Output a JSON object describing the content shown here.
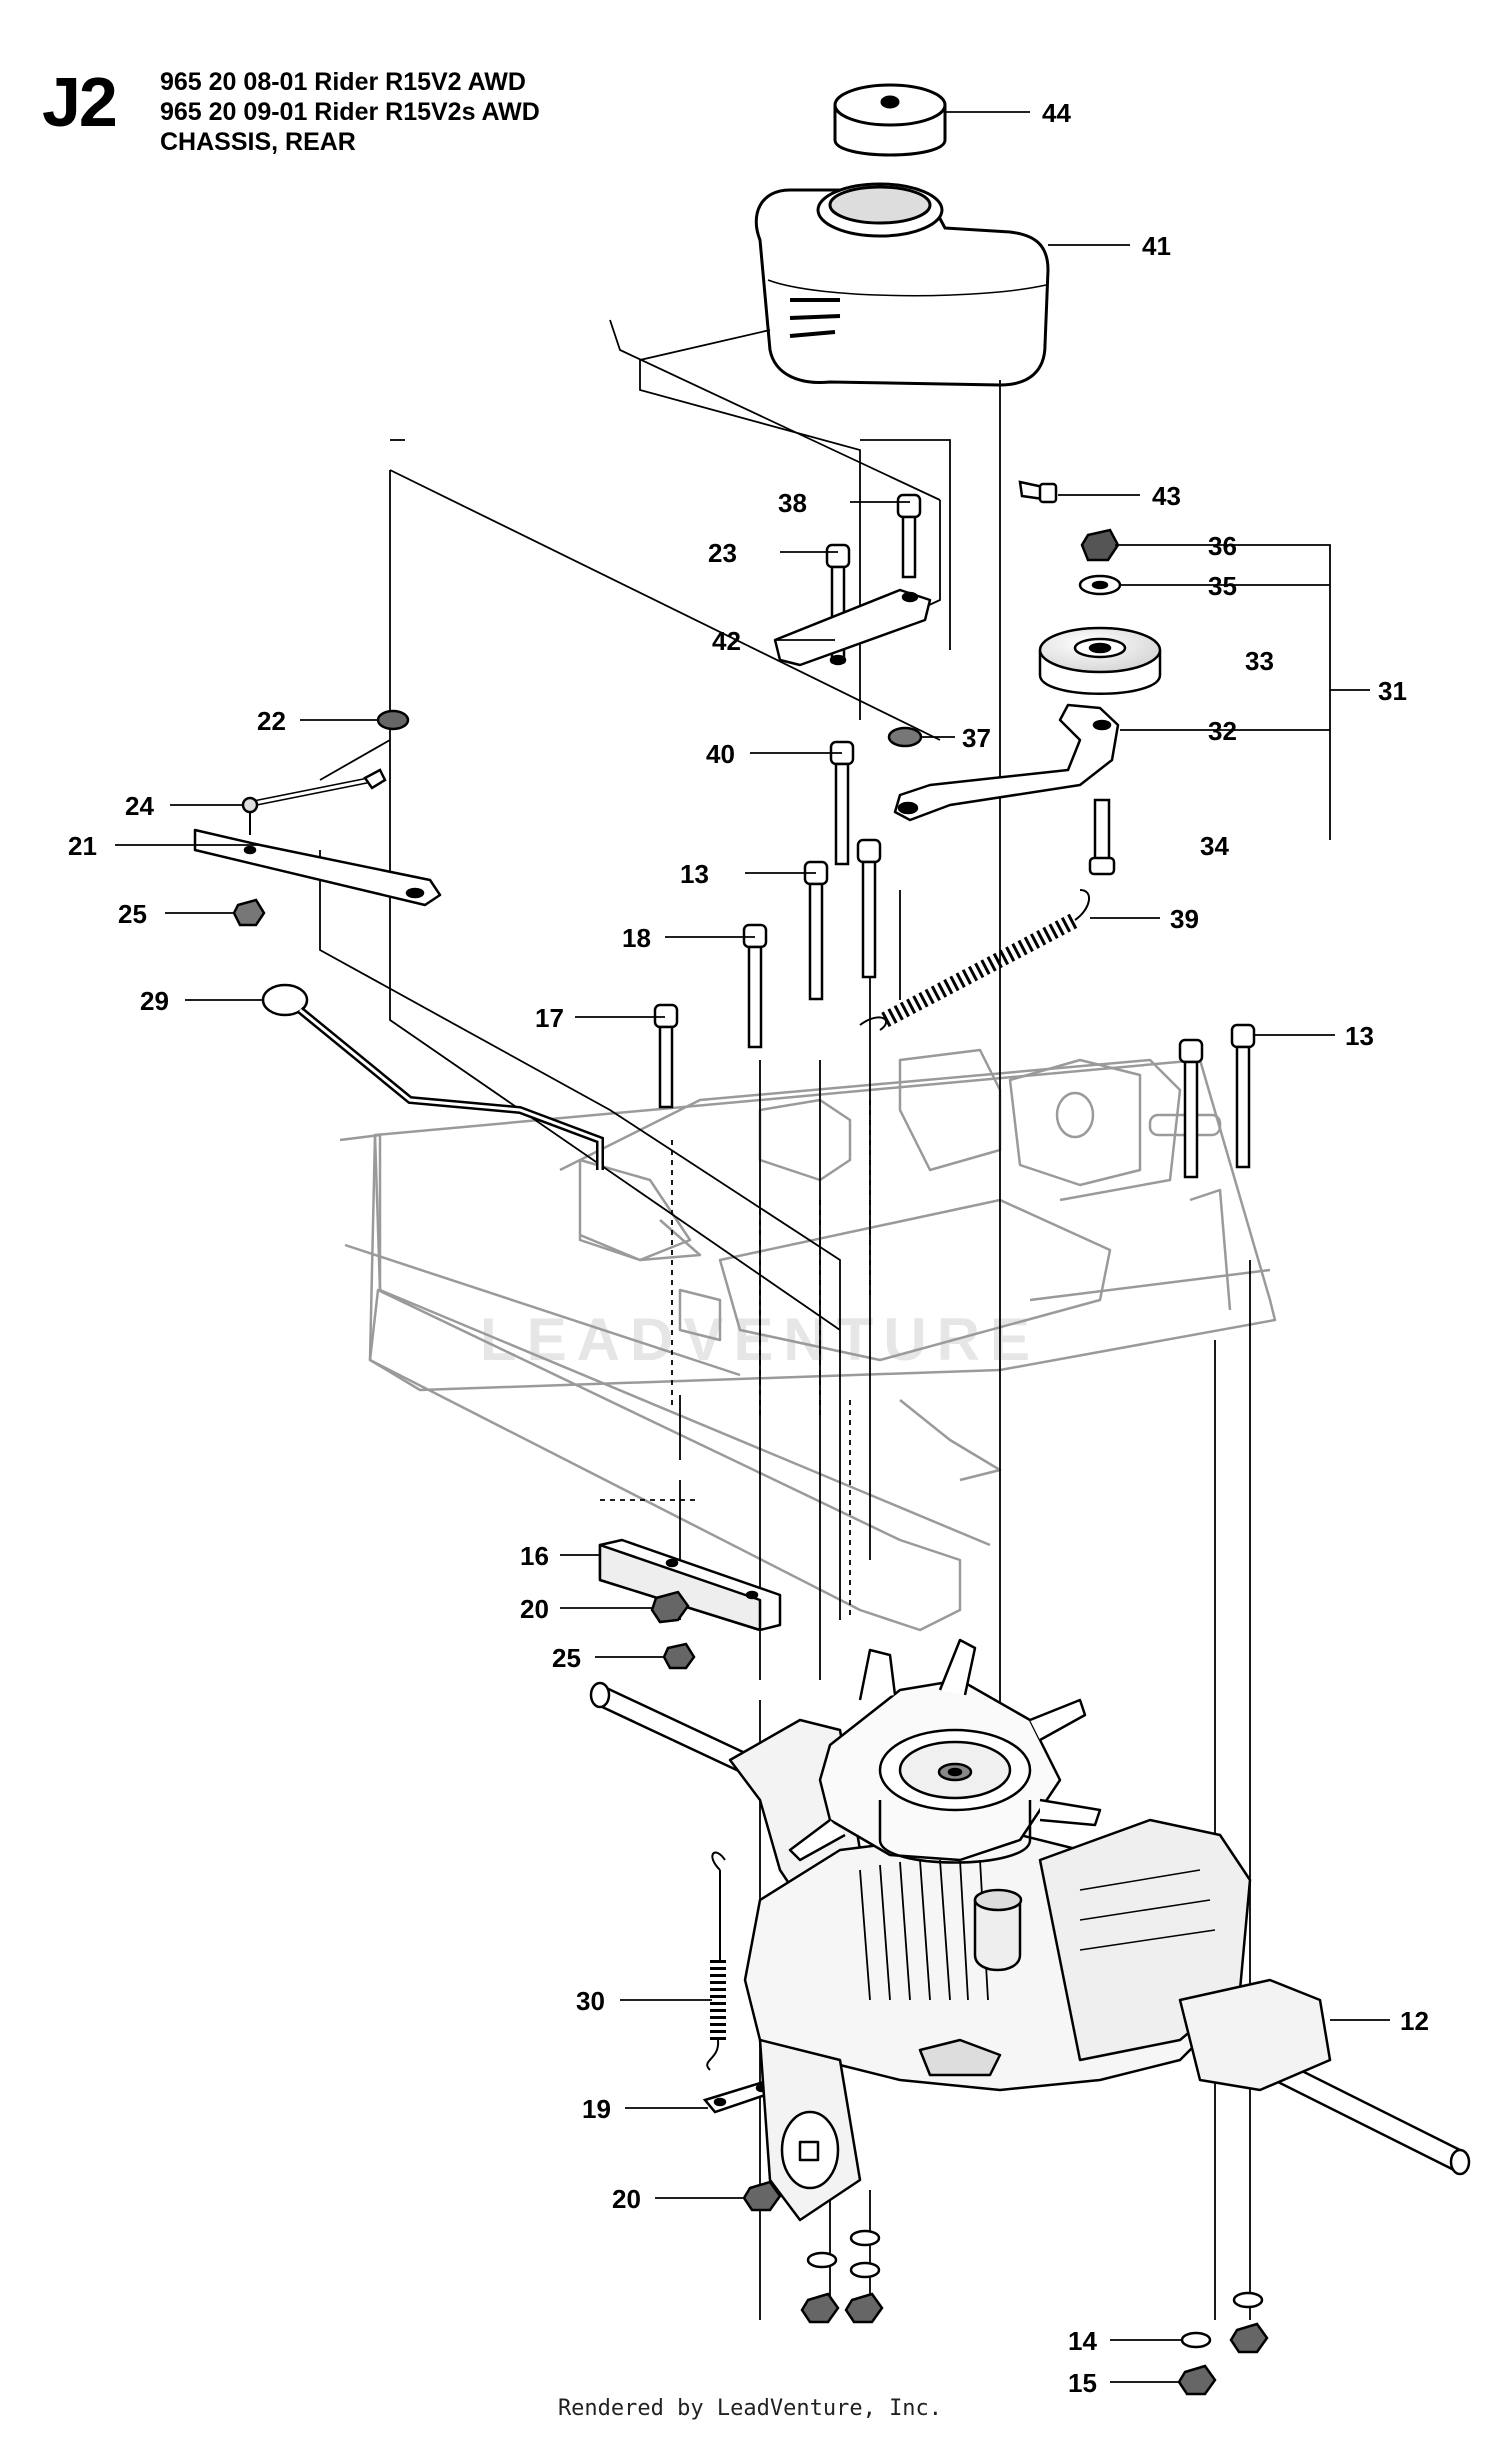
{
  "page_code": "J2",
  "header_lines": [
    "965 20 08-01 Rider R15V2 AWD",
    "965 20 09-01 Rider R15V2s AWD",
    "CHASSIS, REAR"
  ],
  "watermark": "LEADVENTURE",
  "footer": "Rendered by LeadVenture, Inc.",
  "callouts": {
    "c44": "44",
    "c41": "41",
    "c43": "43",
    "c38": "38",
    "c23": "23",
    "c36": "36",
    "c35": "35",
    "c42": "42",
    "c33": "33",
    "c31": "31",
    "c22": "22",
    "c37": "37",
    "c32": "32",
    "c40": "40",
    "c24": "24",
    "c21": "21",
    "c34": "34",
    "c25a": "25",
    "c13a": "13",
    "c39": "39",
    "c18": "18",
    "c29": "29",
    "c17": "17",
    "c13b": "13",
    "c16": "16",
    "c20a": "20",
    "c25b": "25",
    "c30": "30",
    "c12": "12",
    "c19": "19",
    "c20b": "20",
    "c14": "14",
    "c15": "15"
  }
}
